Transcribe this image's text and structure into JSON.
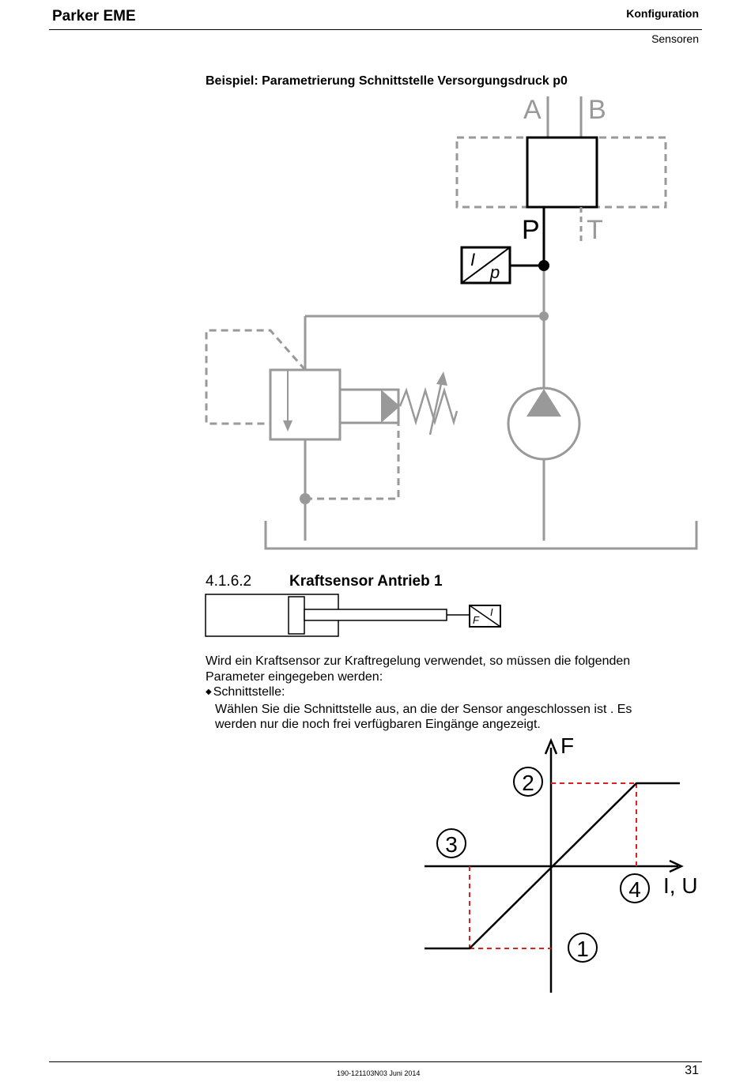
{
  "header": {
    "brand": "Parker EME",
    "chapter": "Konfiguration",
    "section": "Sensoren"
  },
  "example": {
    "title": "Beispiel: Parametrierung Schnittstelle Versorgungsdruck p0",
    "diagram_labels": {
      "port_a": "A",
      "port_b": "B",
      "port_p": "P",
      "port_t": "T",
      "transducer_top": "I",
      "transducer_bottom": "p"
    }
  },
  "subsection": {
    "number": "4.1.6.2",
    "title": "Kraftsensor Antrieb 1",
    "sensor_top": "I",
    "sensor_bottom": "F"
  },
  "body": {
    "paragraph": "Wird ein Kraftsensor zur Kraftregelung verwendet, so müssen die folgenden Parameter eingegeben werden:",
    "bullet_symbol": "◆",
    "bullet_label": "Schnittstelle:",
    "bullet_text_1": "Wählen Sie die Schnittstelle aus, an die der Sensor angeschlossen ist . Es",
    "bullet_text_2": "werden nur die noch frei verfügbaren Eingänge angezeigt."
  },
  "graph": {
    "y_axis_label": "F",
    "x_axis_label": "I, U",
    "markers": [
      "1",
      "2",
      "3",
      "4"
    ],
    "colors": {
      "guide": "#e02020",
      "line": "#000000"
    }
  },
  "footer": {
    "doc_id": "190-121103N03 Juni 2014",
    "page_number": "31"
  }
}
